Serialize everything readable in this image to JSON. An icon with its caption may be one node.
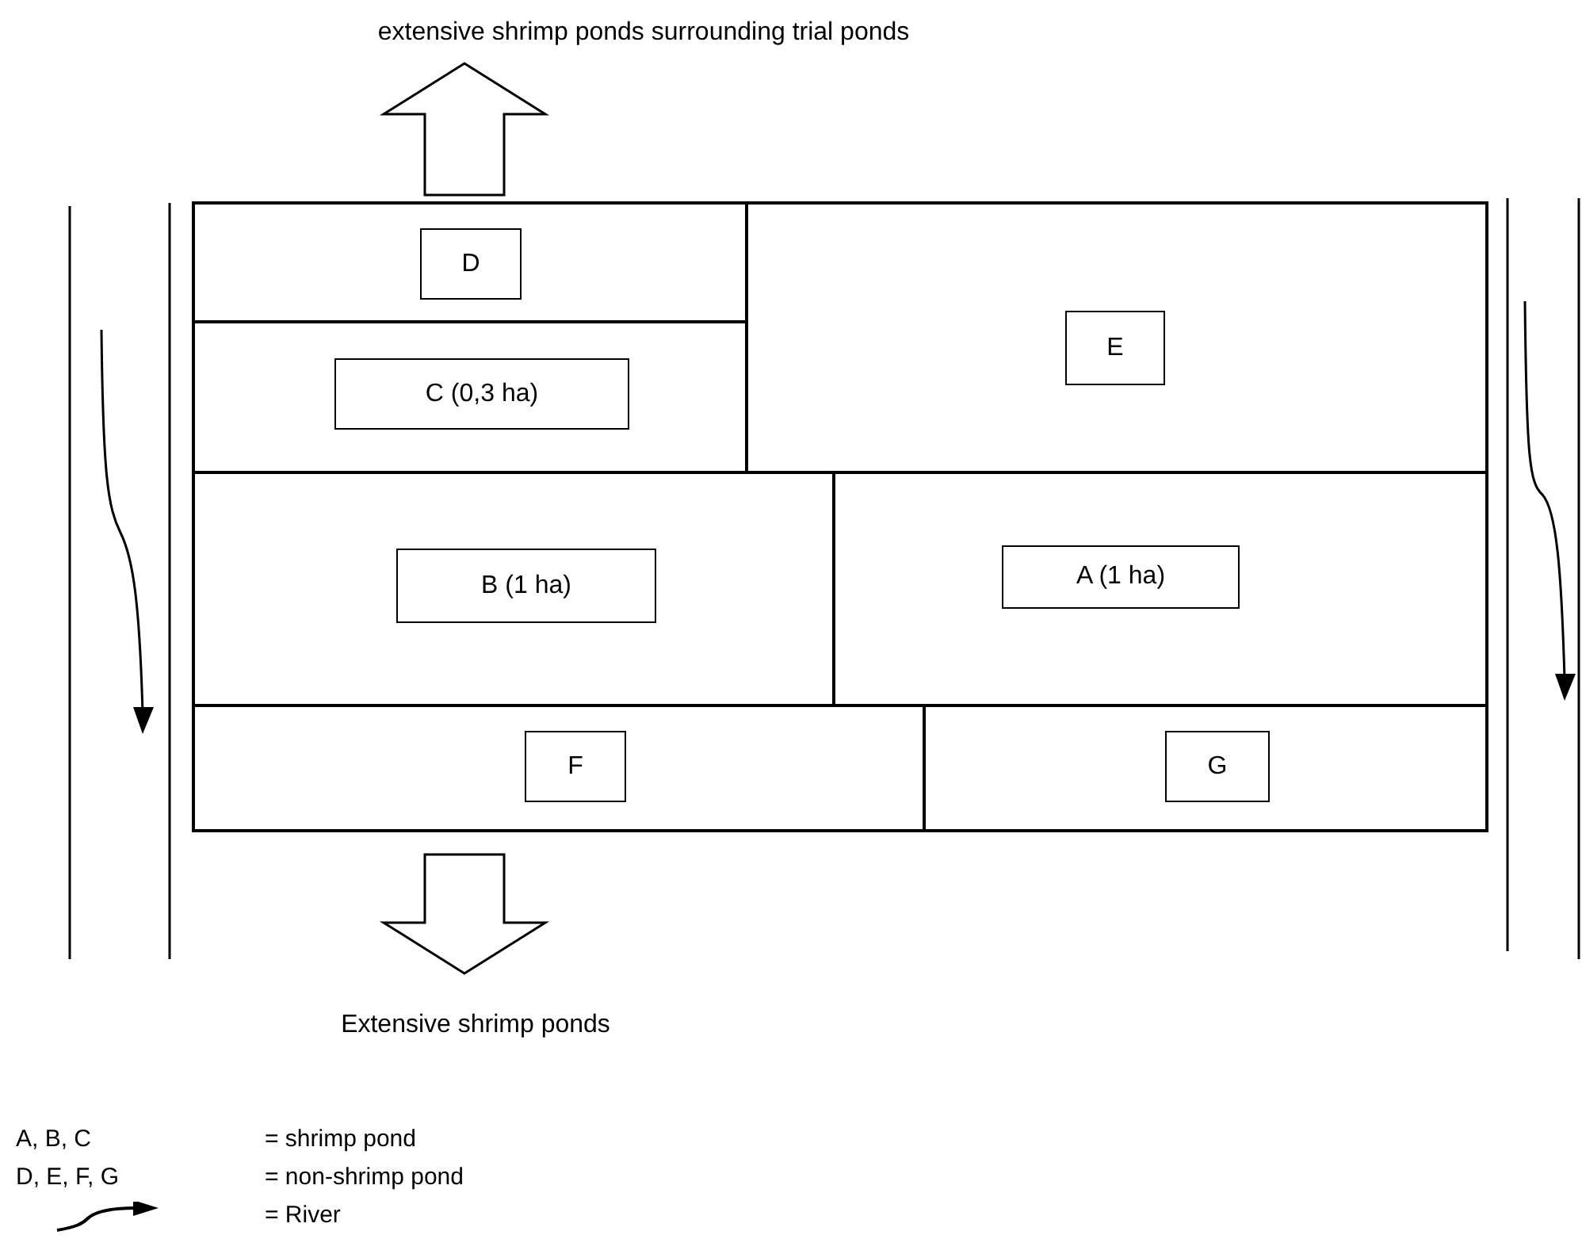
{
  "diagram": {
    "nodes": [
      {
        "text": [
          "extensive shrimp ponds surrounding trial ponds"
        ]
      },
      {
        "text": [],
        "shape": "box"
      },
      {
        "text": [
          "D"
        ],
        "in": 1
      },
      {
        "text": [],
        "shape": "box"
      },
      {
        "text": [
          "C (0,3 ha)"
        ],
        "in": 3
      },
      {
        "text": [],
        "shape": "box"
      },
      {
        "text": [
          "E"
        ],
        "in": 5
      },
      {
        "text": [],
        "shape": "box"
      },
      {
        "text": [
          "B (1 ha)"
        ],
        "in": 7
      },
      {
        "text": [],
        "shape": "box"
      },
      {
        "text": [
          "A (1 ha)"
        ],
        "in": 9
      },
      {
        "text": [],
        "shape": "box"
      },
      {
        "text": [
          "F"
        ],
        "in": 11
      },
      {
        "text": [],
        "shape": "box"
      },
      {
        "text": [
          "G"
        ],
        "in": 13
      },
      {
        "text": [
          "Extensive shrimp ponds"
        ]
      }
    ],
    "edges": [
      {
        "from": 1,
        "to": 0,
        "arrow": "to",
        "style": "thick"
      },
      {
        "from": 11,
        "to": 15,
        "arrow": "to",
        "style": "thick"
      }
    ],
    "labels": [
      "A, B, C",
      "= shrimp pond",
      "D, E, F, G",
      "= non-shrimp pond"
    ],
    "legend": [
      {
        "text": "= River"
      }
    ]
  }
}
